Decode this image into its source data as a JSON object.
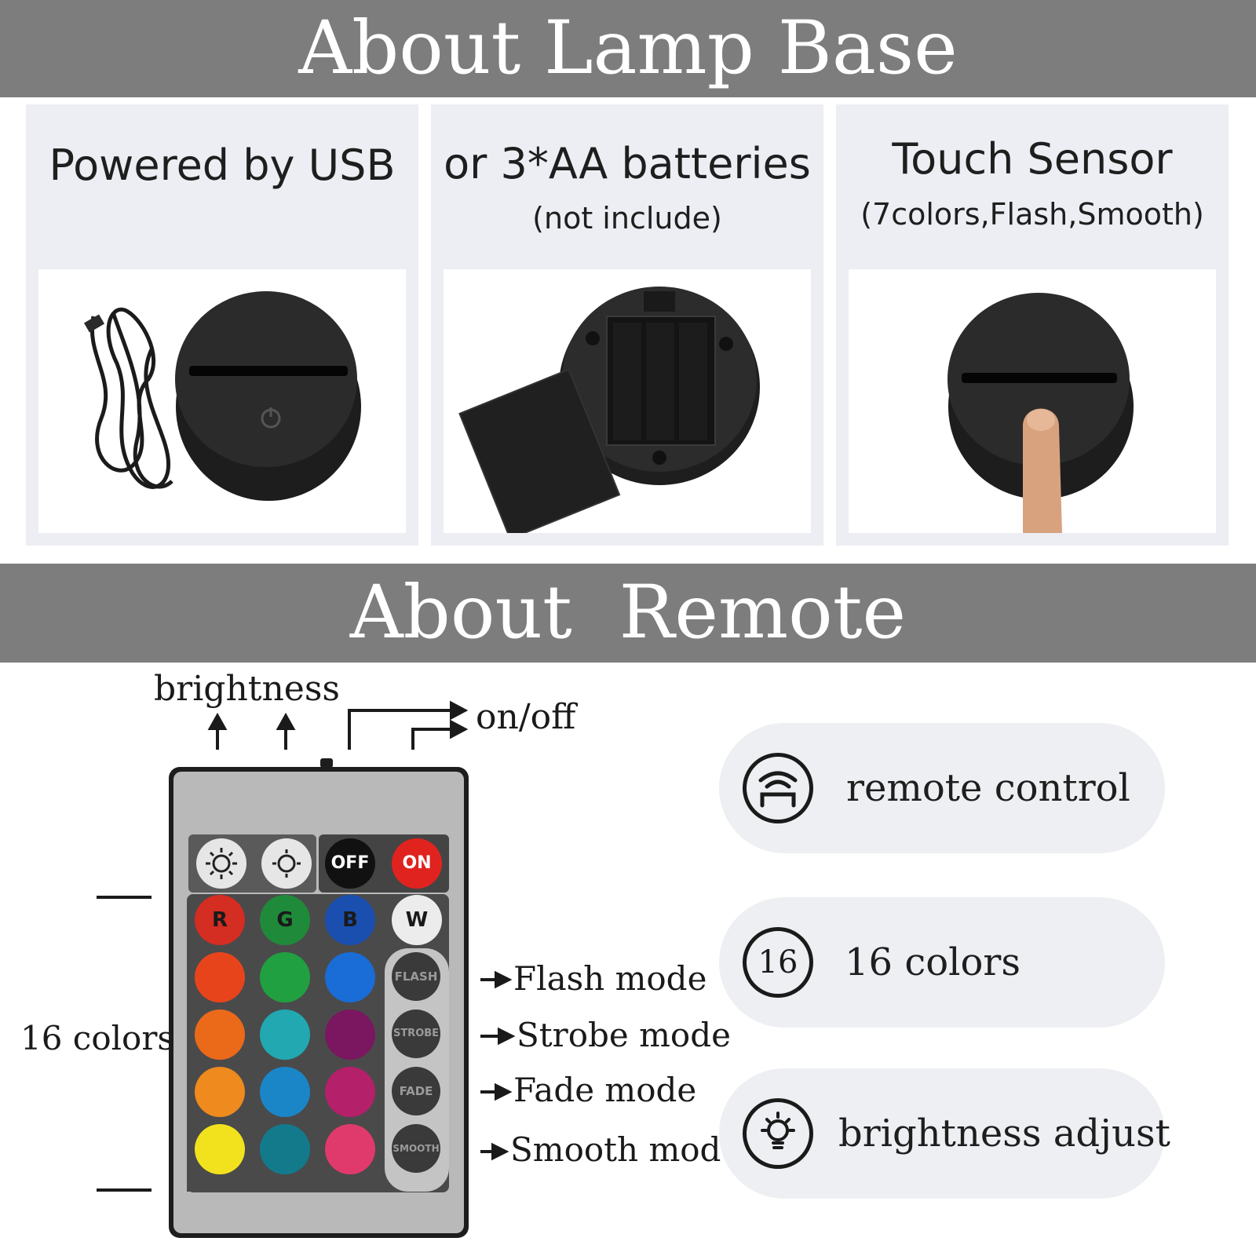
{
  "lamp_base": {
    "banner_title": "About Lamp Base",
    "panels": [
      {
        "title": "Powered by USB",
        "subtitle": ""
      },
      {
        "title": "or 3*AA batteries",
        "subtitle": "(not include)"
      },
      {
        "title": "Touch Sensor",
        "subtitle": "(7colors,Flash,Smooth)"
      }
    ]
  },
  "remote": {
    "banner_title": "About  Remote",
    "annotations": {
      "brightness": "brightness",
      "on_off": "on/off",
      "sixteen_colors": "16 colors",
      "modes": [
        "Flash mode",
        "Strobe mode",
        "Fade mode",
        "Smooth mode"
      ]
    },
    "buttons": {
      "off": "OFF",
      "on": "ON",
      "r": "R",
      "g": "G",
      "b": "B",
      "w": "W",
      "flash": "FLASH",
      "strobe": "STROBE",
      "fade": "FADE",
      "smooth": "SMOOTH"
    },
    "features": [
      {
        "icon": "remote-control-icon",
        "label": "remote control"
      },
      {
        "icon": "sixteen-badge-icon",
        "icon_text": "16",
        "label": "16 colors"
      },
      {
        "icon": "lightbulb-icon",
        "label": "brightness adjust"
      }
    ]
  }
}
